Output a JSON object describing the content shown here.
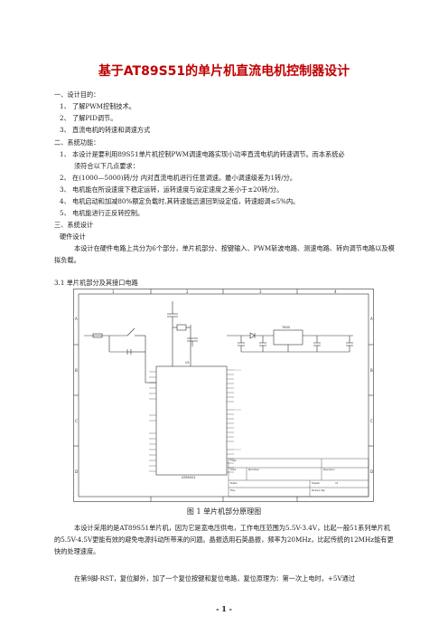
{
  "title": "基于AT89S51的单片机直流电机控制器设计",
  "sections": {
    "s1": "一、设计目的：",
    "s1_items": [
      "1、 了解PWM控制技术。",
      "2、 了解PID调节。",
      "3、 直流电机的转速和调速方式"
    ],
    "s2": "二、系统功能：",
    "s2_items": [
      "1、 本设计是要利用89S51单片机控制PWM调速电路实现小功率直流电机的转速调节。而本系统必",
      "须符合以下几点要求：",
      "2、 在(1000—5000)转/分 内对直流电机进行任意调速。最小调速级差为1转/分。",
      "3、 电机能在所设速度下稳定运转，运转速度与设定速度之差小于±20转/分。",
      "4、 电机启动和加减80%额定负载时,其转速能迅速回到设定值，转速超调≤5%内。",
      "5、 电机能进行正反转控制。"
    ],
    "s3": "三、系统设计",
    "s3_sub": "硬件设计",
    "s3_para": "本设计在硬件电路上共分为6个部分，单片机部分、按键输入、PWM斩波电路、测速电路、转向调节电路以及模拟负载。",
    "s31": "3.1 单片机部分及其接口电路"
  },
  "figure": {
    "caption": "图 1    单片机部分原理图",
    "labels": {
      "u1": "U1",
      "mcu": "AT89S51",
      "reg": "7805",
      "col1": "1",
      "col2": "2",
      "col3": "3",
      "col4": "4",
      "rowA": "A",
      "rowB": "B",
      "rowC": "C",
      "rowD": "D",
      "tb_title": "Title",
      "tb_size": "Size",
      "tb_number": "Number",
      "tb_revision": "Revision",
      "tb_date": "Date:",
      "tb_file": "File:",
      "tb_sheet": "Sheet",
      "tb_of": "of",
      "tb_drawnby": "Drawn By:"
    }
  },
  "body_after": [
    "本设计采用的是AT89S51单片机，因为它是宽电压供电，工作电压范围为5.5V-3.4V，比起一般51系列单片机的5.5V-4.5V更能有效的避免电源抖动所带来的问题。晶振选用石英晶振，频率为20MHz，比起传统的12MHz能有更快的处理速度。",
    "在第9脚-RST，复位脚外，加了一个复位按键和复位电路，复位原理为：第一次上电时，+5V通过"
  ],
  "page_number": "- 1 -"
}
